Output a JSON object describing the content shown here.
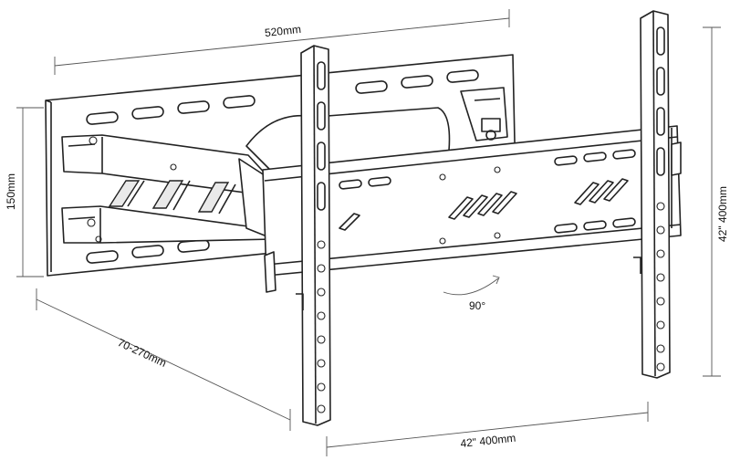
{
  "dimensions": {
    "width_top": "520mm",
    "height_left": "150mm",
    "extension": "70-270mm",
    "vesa_bottom": "42\" 400mm",
    "vesa_right": "42\" 400mm",
    "rotation": "90°"
  }
}
